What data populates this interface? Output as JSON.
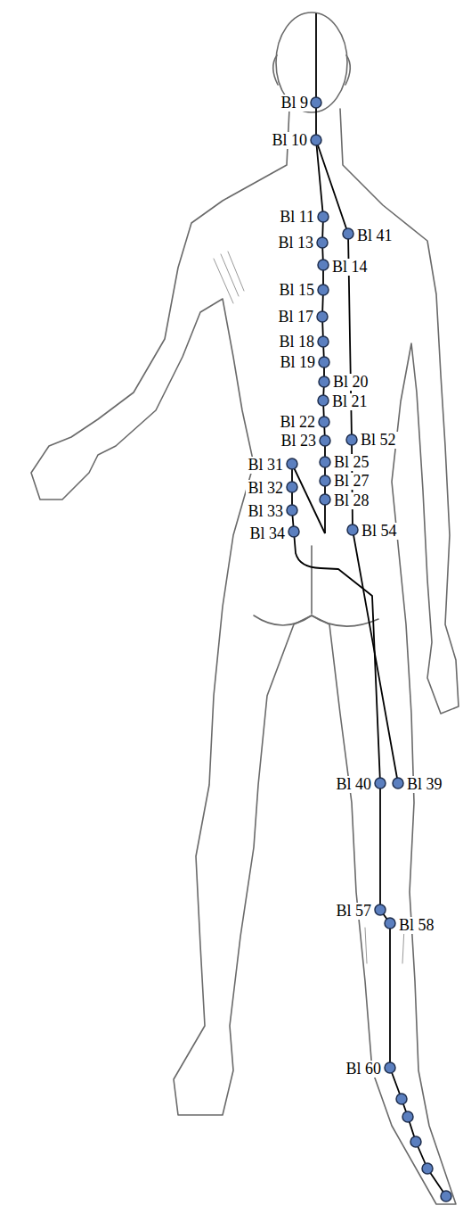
{
  "diagram": {
    "labels": [
      "Bl 9",
      "Bl 10",
      "Bl 11",
      "Bl 41",
      "Bl 13",
      "Bl 14",
      "Bl 15",
      "Bl 17",
      "Bl 18",
      "Bl 19",
      "Bl 20",
      "Bl 21",
      "Bl 22",
      "Bl 23",
      "Bl 52",
      "Bl 31",
      "Bl 25",
      "Bl 32",
      "Bl 27",
      "Bl 28",
      "Bl 33",
      "Bl 34",
      "Bl 54",
      "Bl 40",
      "Bl 39",
      "Bl 57",
      "Bl 58",
      "Bl 60"
    ]
  }
}
